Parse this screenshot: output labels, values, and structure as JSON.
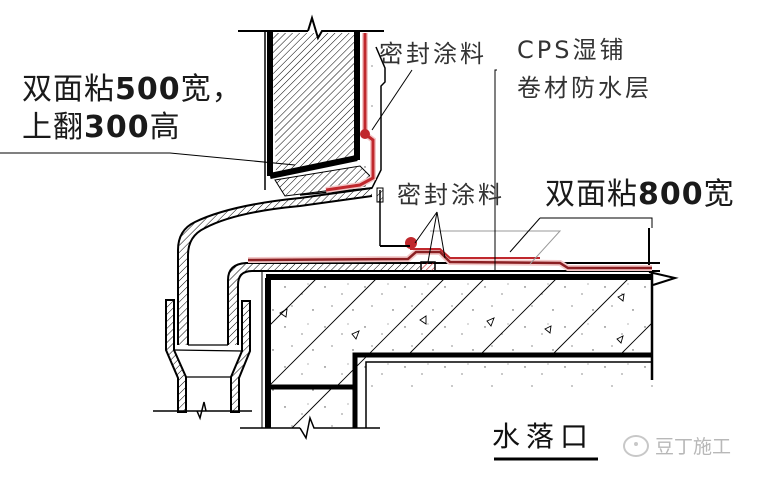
{
  "diagram": {
    "title": "水落口",
    "type": "roof drain waterproofing section detail"
  },
  "labels": {
    "double_sided_500": {
      "line1_prefix": "双面粘",
      "line1_value": "500",
      "line1_suffix": "宽，",
      "line2_prefix": "上翻",
      "line2_value": "300",
      "line2_suffix": "高"
    },
    "sealant_top": "密封涂料",
    "cps_membrane": {
      "line1": "CPS湿铺",
      "line2": "卷材防水层"
    },
    "sealant_mid": "密封涂料",
    "double_sided_800": {
      "prefix": "双面粘",
      "value": "800",
      "suffix": "宽"
    }
  },
  "watermark": {
    "icon": "wechat-icon",
    "text": "豆丁施工"
  },
  "colors": {
    "membrane_red": "#c0282d",
    "membrane_dark_red": "#8b1f22",
    "line": "#000000",
    "watermark": "#b8b8b8"
  }
}
